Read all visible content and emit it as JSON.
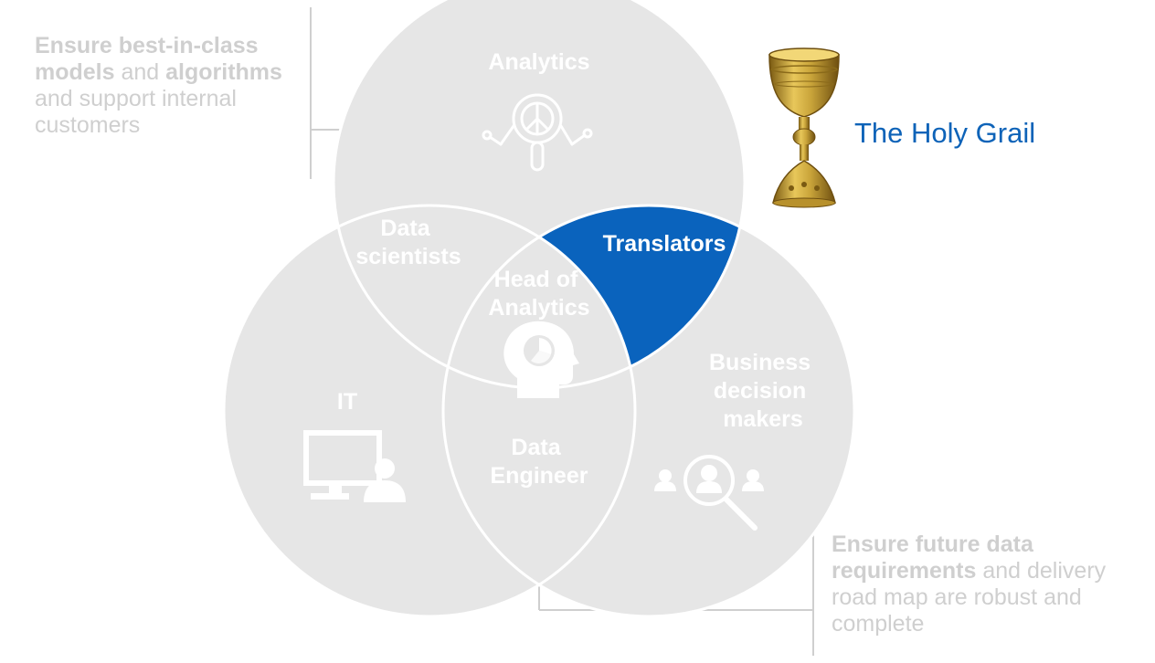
{
  "colors": {
    "circle_fill": "#e6e6e6",
    "circle_stroke": "#ffffff",
    "highlight": "#0a63bd",
    "label_text": "#ffffff",
    "note_text": "#cfcfcf",
    "title_text": "#0e63b8",
    "bracket": "#cfcfcf",
    "gold": "#c9a43a"
  },
  "circles": {
    "analytics": "Analytics",
    "it": "IT",
    "business": [
      "Business",
      "decision",
      "makers"
    ]
  },
  "intersections": {
    "data_scientists": [
      "Data",
      "scientists"
    ],
    "translators": "Translators",
    "head_of_analytics": [
      "Head of",
      "Analytics"
    ],
    "data_engineer": [
      "Data",
      "Engineer"
    ]
  },
  "notes": {
    "top": {
      "parts": [
        {
          "text": "Ensure best-in-class",
          "bold": true
        },
        {
          "text": "models",
          "bold": true
        },
        {
          "text": " and ",
          "bold": false
        },
        {
          "text": "algorithms",
          "bold": true
        },
        {
          "text": "and support internal customers",
          "bold": false
        }
      ]
    },
    "bottom": {
      "parts": [
        {
          "text": "Ensure future data",
          "bold": true
        },
        {
          "text": "requirements",
          "bold": true
        },
        {
          "text": " and delivery road map are robust and complete",
          "bold": false
        }
      ]
    }
  },
  "grail": {
    "title": "The Holy Grail",
    "icon": "chalice-icon"
  },
  "icons": {
    "analytics": "magnifier-network-icon",
    "it": "computer-user-icon",
    "head": "head-pie-chart-icon",
    "business": "people-search-icon"
  }
}
